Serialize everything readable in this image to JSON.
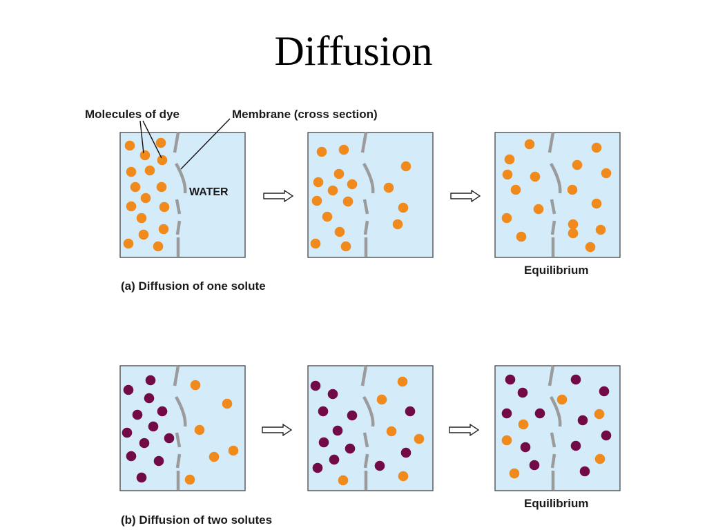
{
  "title": "Diffusion",
  "labels": {
    "molecules_of_dye": "Molecules of dye",
    "membrane": "Membrane (cross section)",
    "water": "WATER",
    "equilibrium_a": "Equilibrium",
    "equilibrium_b": "Equilibrium",
    "caption_a": "(a) Diffusion of one solute",
    "caption_b": "(b) Diffusion of two solutes"
  },
  "colors": {
    "water": "#d4ecf9",
    "border": "#444444",
    "membrane": "#9b9b9b",
    "dye_orange": "#f08a1c",
    "dye_purple": "#720a47"
  }
}
